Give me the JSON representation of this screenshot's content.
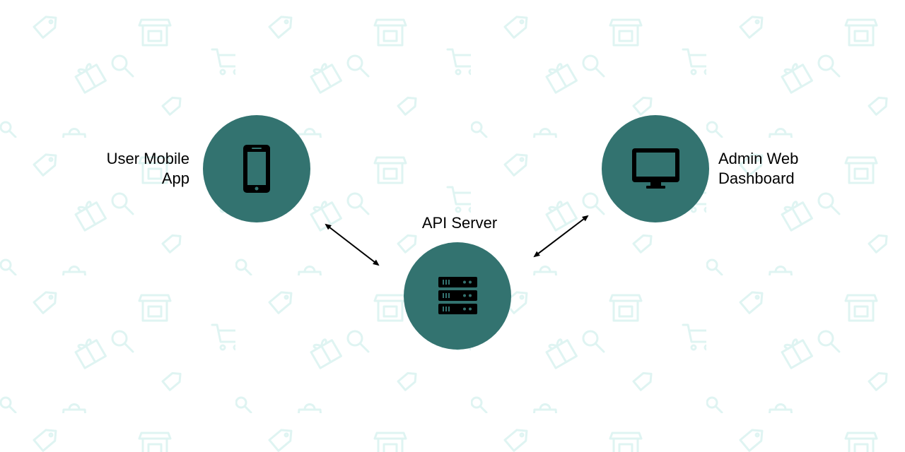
{
  "background": {
    "color": "#ffffff",
    "pattern_color": "#dff4f2",
    "pattern_icons": [
      "storefront-icon",
      "shopping-cart-icon",
      "price-tag-icon",
      "magnifier-icon",
      "gift-box-icon",
      "shopping-bag-icon"
    ]
  },
  "diagram": {
    "node_color": "#337370",
    "icon_color": "#000000",
    "arrow_color": "#000000",
    "nodes": {
      "user_app": {
        "label_line1": "User Mobile",
        "label_line2": "App",
        "icon": "mobile-phone-icon"
      },
      "api_server": {
        "label": "API Server",
        "icon": "server-rack-icon"
      },
      "admin_dashboard": {
        "label_line1": "Admin Web",
        "label_line2": "Dashboard",
        "icon": "desktop-monitor-icon"
      }
    },
    "edges": [
      {
        "from": "user_app",
        "to": "api_server",
        "direction": "bidirectional"
      },
      {
        "from": "api_server",
        "to": "admin_dashboard",
        "direction": "bidirectional"
      }
    ]
  }
}
